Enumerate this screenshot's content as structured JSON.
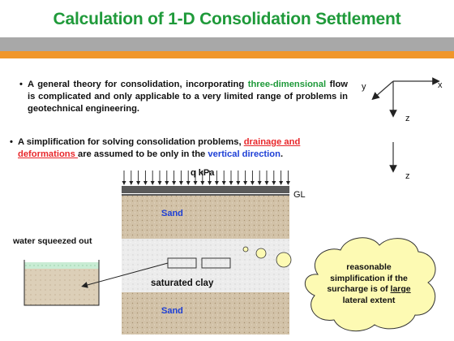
{
  "slide": {
    "title": "Calculation of 1-D Consolidation Settlement",
    "bullet1": {
      "marker": "•",
      "part1": "A general theory for consolidation, incorporating ",
      "highlight": "three-dimensional",
      "part2": " flow is complicated and only applicable to a very limited range of problems in geotechnical engineering."
    },
    "bullet2": {
      "marker": "•",
      "part1": "A simplification for solving consolidation problems, ",
      "highlight_red": "drainage and deformations ",
      "part2": "are assumed to be only in the ",
      "highlight_blue": "vertical direction",
      "part3": "."
    },
    "axes": {
      "y": "y",
      "x": "x",
      "z1": "z",
      "z2": "z"
    },
    "diagram": {
      "load_label": "q kPa",
      "ground_label": "GL",
      "top_layer": "Sand",
      "middle_layer": "saturated clay",
      "bottom_layer": "Sand",
      "water_label": "water squeezed out"
    },
    "callout": {
      "line1": "reasonable",
      "line2": "simplification if the",
      "line3_pre": "surcharge is of ",
      "line3_under": "large",
      "line4": "lateral extent"
    },
    "colors": {
      "title": "#1f9a3a",
      "band_gray": "#a8a8a8",
      "band_orange": "#f0962a",
      "highlight_green": "#1f9a3a",
      "highlight_red": "#e8262a",
      "highlight_blue": "#1d3fd6",
      "callout_fill": "#fdfab3"
    }
  }
}
